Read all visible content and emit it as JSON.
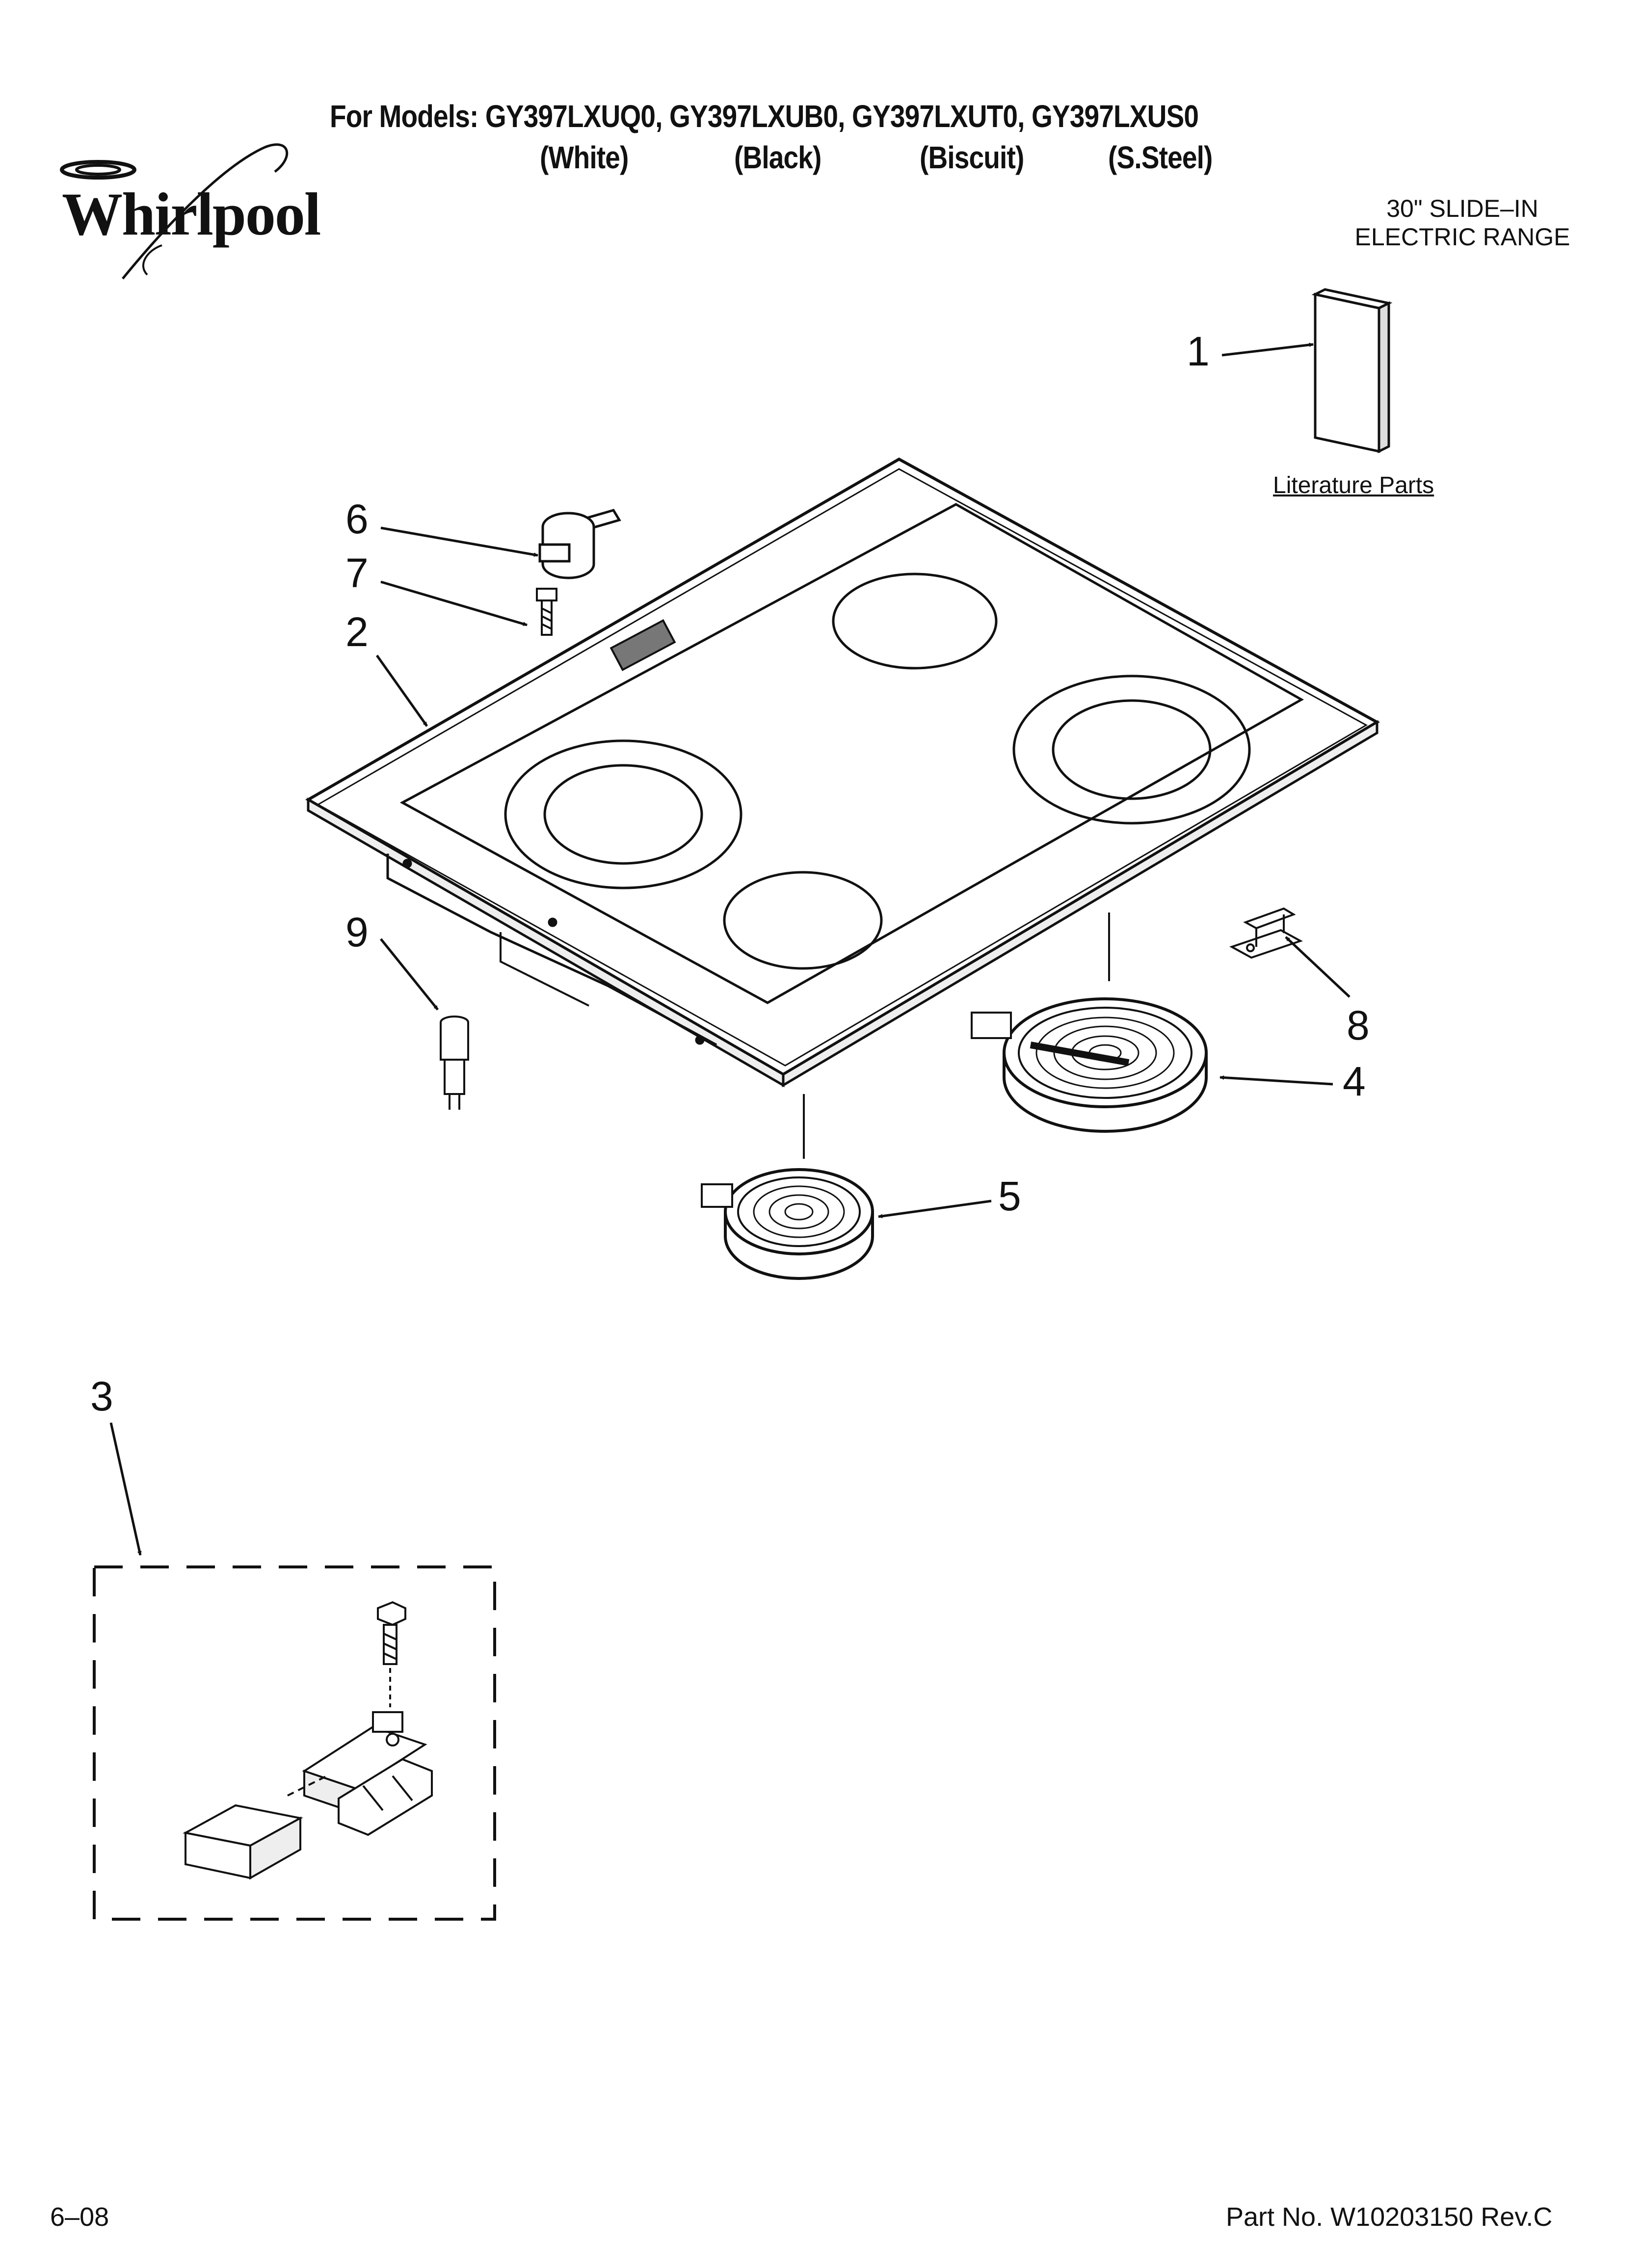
{
  "header": {
    "models_line": "For Models: GY397LXUQ0, GY397LXUB0, GY397LXUT0, GY397LXUS0",
    "colors": [
      "(White)",
      "(Black)",
      "(Biscuit)",
      "(S.Steel)"
    ]
  },
  "brand": {
    "logo_text": "Whirlpool"
  },
  "product": {
    "line1": "30\" SLIDE–IN",
    "line2": "ELECTRIC RANGE"
  },
  "literature_label": "Literature Parts",
  "callouts": [
    "1",
    "2",
    "3",
    "4",
    "5",
    "6",
    "7",
    "8",
    "9"
  ],
  "footer": {
    "date": "6–08",
    "part_number": "Part No. W10203150 Rev.C"
  },
  "colors_meta": {
    "ink": "#111111",
    "background": "#ffffff"
  }
}
